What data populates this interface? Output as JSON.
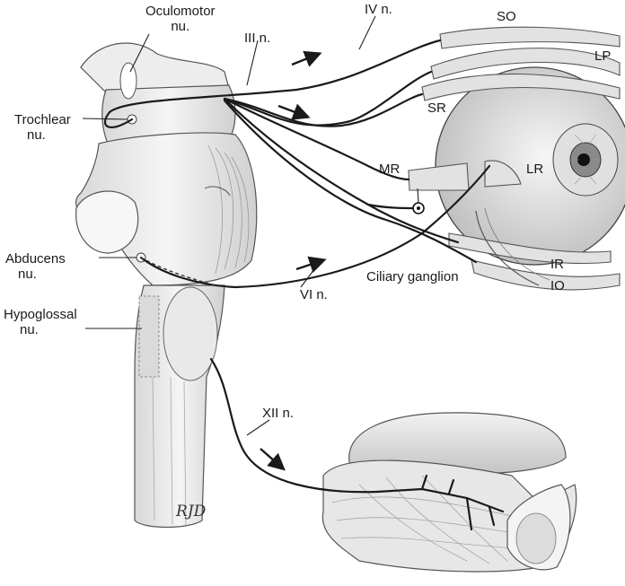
{
  "labels": {
    "oculomotor_l1": "Oculomotor",
    "oculomotor_l2": "nu.",
    "trochlear_l1": "Trochlear",
    "trochlear_l2": "nu.",
    "abducens_l1": "Abducens",
    "abducens_l2": "nu.",
    "hypoglossal_l1": "Hypoglossal",
    "hypoglossal_l2": "nu.",
    "nerve_iv": "IV n.",
    "nerve_iii": "III n.",
    "nerve_vi": "VI n.",
    "nerve_xii": "XII n.",
    "so": "SO",
    "lp": "LP",
    "sr": "SR",
    "mr": "MR",
    "lr": "LR",
    "ir": "IR",
    "io": "IO",
    "ciliary": "Ciliary ganglion"
  },
  "signature": "RJD",
  "colors": {
    "line": "#1a1a1a",
    "tissue_fill": "#efefef",
    "tissue_shade": "#cfcfcf",
    "muscle_fill": "#e2e2e2"
  }
}
